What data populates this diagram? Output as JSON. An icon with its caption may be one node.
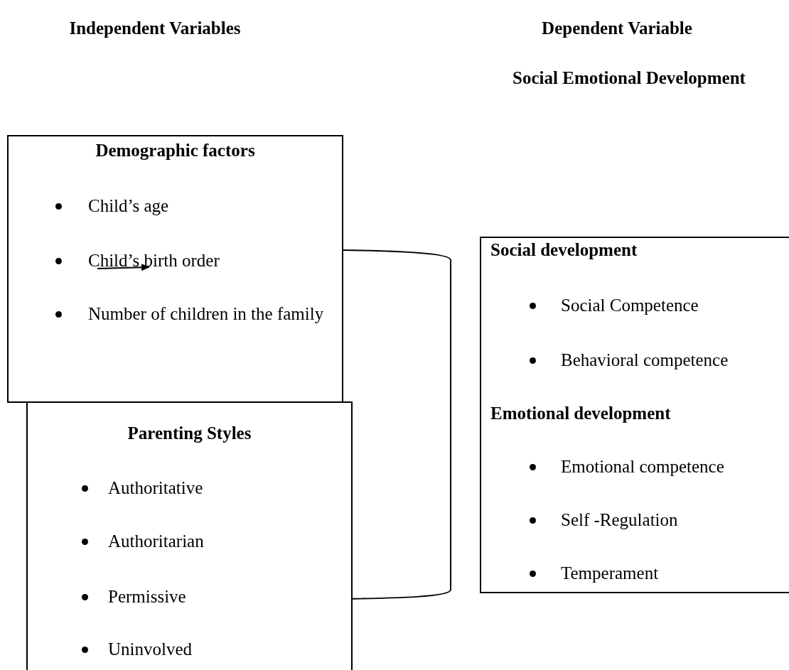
{
  "diagram": {
    "nodes": [
      {
        "text": [
          "Demographic factors",
          "Child’s age",
          "Child’s birth order",
          "Number of children in the family"
        ]
      },
      {
        "text": [
          "Parenting Styles",
          "Authoritative",
          "Authoritarian",
          "Permissive",
          "Uninvolved"
        ]
      },
      {
        "text": [
          "Social development",
          "Social Competence",
          "Behavioral competence",
          "Emotional development",
          "Emotional competence",
          "Self -Regulation",
          "Temperament"
        ]
      }
    ],
    "labels": [
      "Independent Variables",
      "Dependent Variable",
      "Social Emotional Development"
    ]
  }
}
